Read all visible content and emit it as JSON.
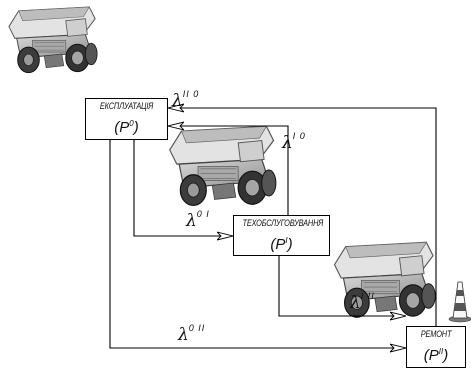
{
  "states": {
    "operation": {
      "title": "ЕКСПЛУАТАЦІЯ",
      "label": "(P",
      "sup": "0",
      "close": ")"
    },
    "maintenance": {
      "title": "ТЕХОБСЛУГОВУВАННЯ",
      "label": "(P",
      "sup": "I",
      "close": ")"
    },
    "repair": {
      "title": "РЕМОНТ",
      "label": "(P",
      "sup": "II",
      "close": ")"
    }
  },
  "transitions": {
    "l_II_0": {
      "symbol": "λ",
      "sup": "II 0"
    },
    "l_I_0": {
      "symbol": "λ",
      "sup": "I 0"
    },
    "l_0_I": {
      "symbol": "λ",
      "sup": "0 I"
    },
    "l_I_II": {
      "symbol": "λ",
      "sup": "I II"
    },
    "l_0_II": {
      "symbol": "λ",
      "sup": "0 II"
    }
  }
}
